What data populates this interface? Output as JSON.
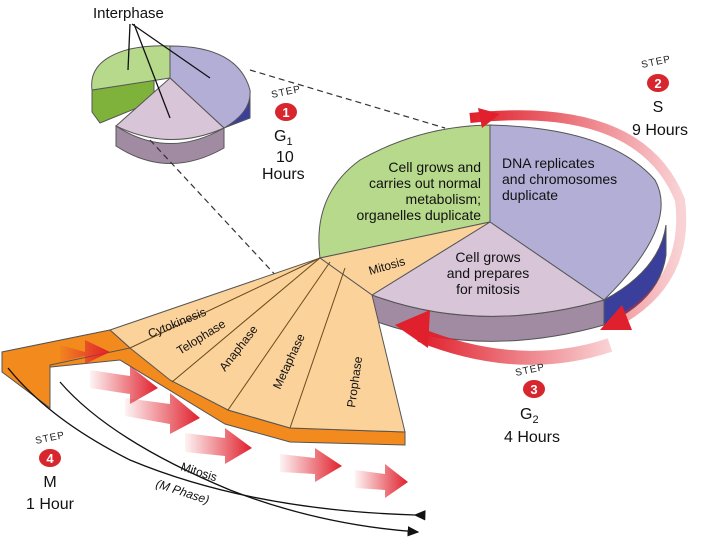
{
  "colors": {
    "g1": "#b7d98b",
    "g1_side": "#7fb23a",
    "s": "#b3aed6",
    "s_side": "#3b3f9c",
    "g2": "#d8c6d8",
    "g2_side": "#a18ba3",
    "m_light": "#fbd29a",
    "m_side": "#f28a1e",
    "arrow_red": "#e0202c",
    "badge": "#d7262e"
  },
  "interphase_label": "Interphase",
  "step_word": "STEP",
  "steps": [
    {
      "num": "1",
      "phase": "G",
      "sub": "1",
      "duration_line1": "10",
      "duration_line2": "Hours"
    },
    {
      "num": "2",
      "phase": "S",
      "duration": "9 Hours"
    },
    {
      "num": "3",
      "phase": "G",
      "sub": "2",
      "duration": "4 Hours"
    },
    {
      "num": "4",
      "phase": "M",
      "duration": "1 Hour"
    }
  ],
  "wedges": {
    "g1_lines": [
      "Cell grows and",
      "carries out normal",
      "metabolism;",
      "organelles duplicate"
    ],
    "s_lines": [
      "DNA replicates",
      "and chromosomes",
      "duplicate"
    ],
    "g2_lines": [
      "Cell grows",
      "and prepares",
      "for mitosis"
    ]
  },
  "mitosis_label": "Mitosis",
  "stages": [
    "Cytokinesis",
    "Telophase",
    "Anaphase",
    "Metaphase",
    "Prophase"
  ],
  "mitosis_caption_1": "Mitosis",
  "mitosis_caption_2": "(M Phase)"
}
